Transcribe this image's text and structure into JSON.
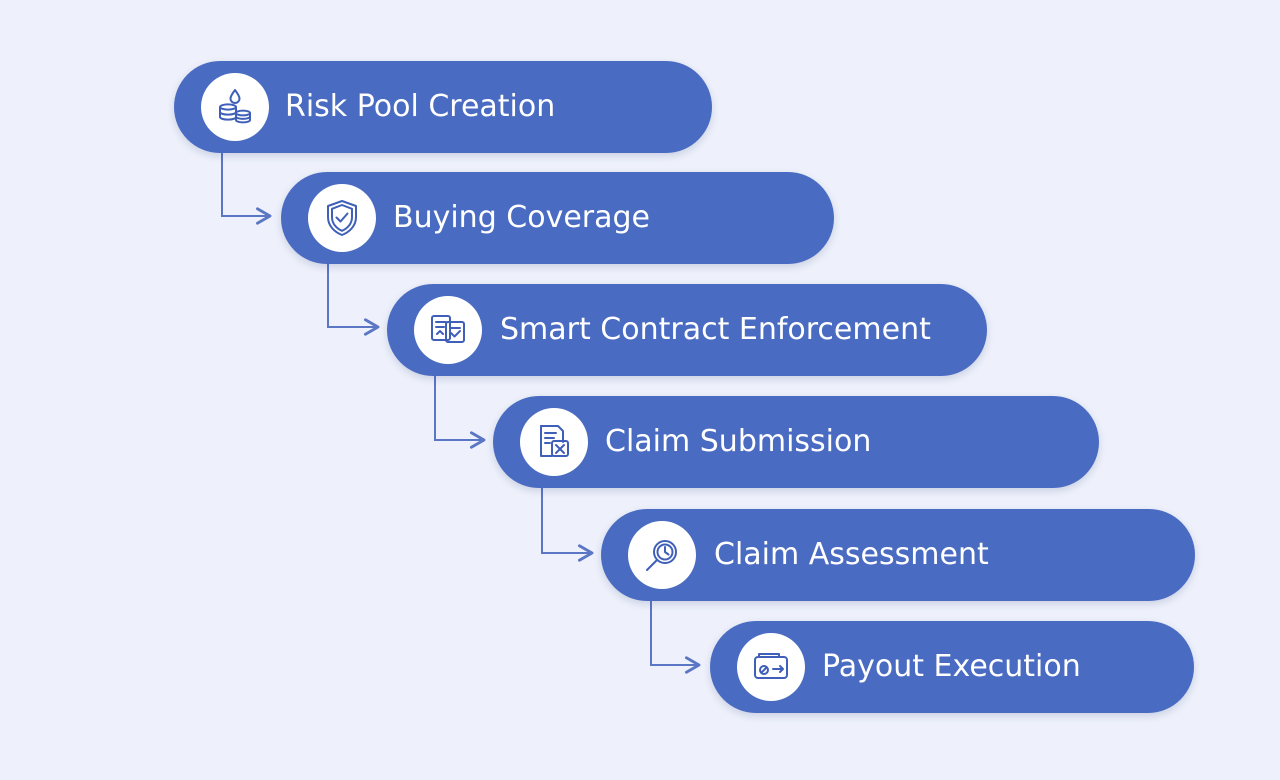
{
  "diagram": {
    "steps": [
      {
        "label": "Risk Pool Creation",
        "icon": "coins-droplet-icon"
      },
      {
        "label": "Buying Coverage",
        "icon": "shield-check-icon"
      },
      {
        "label": "Smart Contract Enforcement",
        "icon": "contract-documents-icon"
      },
      {
        "label": "Claim Submission",
        "icon": "claim-form-icon"
      },
      {
        "label": "Claim Assessment",
        "icon": "magnifier-icon"
      },
      {
        "label": "Payout Execution",
        "icon": "payment-card-icon"
      }
    ]
  },
  "colors": {
    "background": "#eef1fb",
    "pill": "#4a6bc2",
    "icon_stroke": "#3f5fb8",
    "connector": "#5b76c4",
    "text": "#ffffff"
  }
}
